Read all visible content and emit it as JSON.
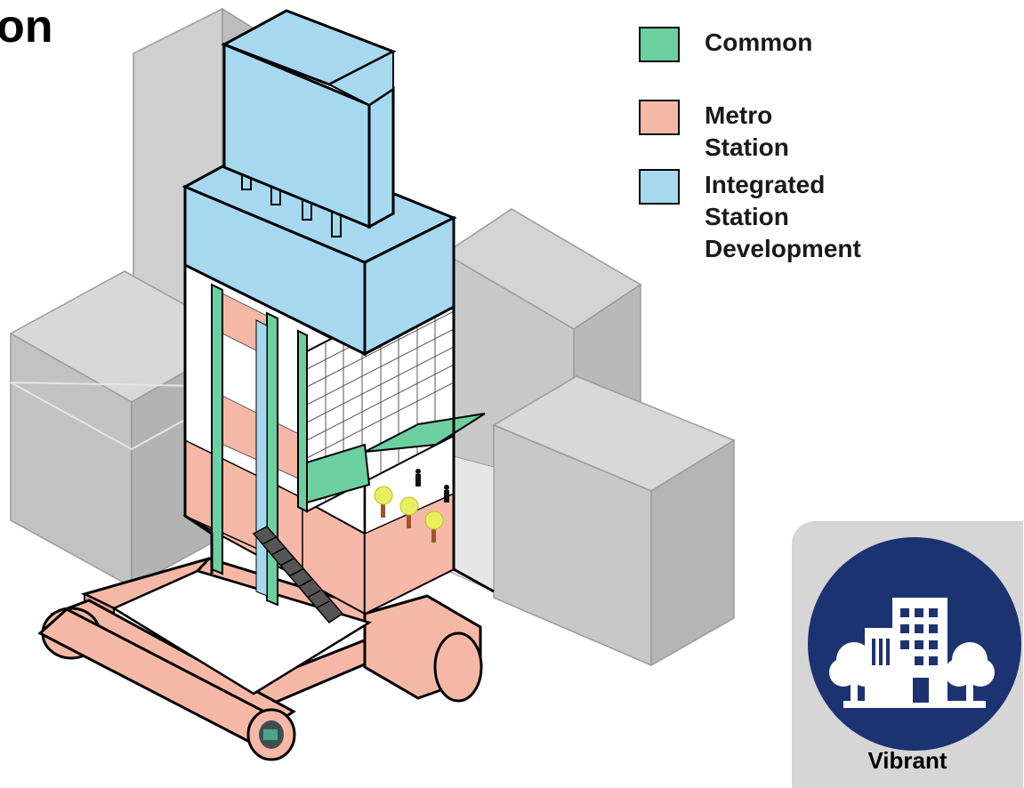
{
  "title_fragment": "on",
  "legend": [
    {
      "label": "Common",
      "color": "#6ccfa0"
    },
    {
      "label": "Metro Station",
      "color": "#f6b8a6"
    },
    {
      "label": "Integrated Station\nDevelopment",
      "color": "#a6d8f0"
    }
  ],
  "badge": {
    "label": "Vibrant",
    "icon": "city-building-trees-icon",
    "circle_color": "#1c3372",
    "panel_color": "#d6d6d6"
  },
  "colors": {
    "common": "#6ccfa0",
    "metro": "#f6b8a6",
    "isd": "#a6d8f0",
    "context": "#c8c8c8"
  }
}
